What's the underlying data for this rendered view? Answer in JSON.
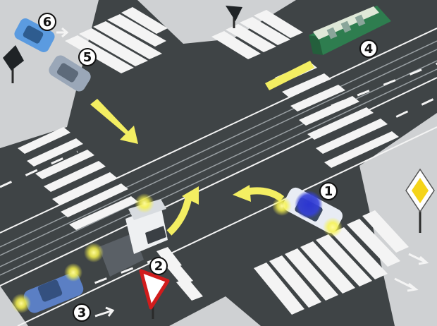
{
  "labels": [
    "1",
    "2",
    "3",
    "4",
    "5",
    "6"
  ],
  "colors": {
    "grass_corner": "#cfd1d3",
    "asphalt": "#3f4446",
    "asphalt_dark": "#34383a",
    "marking": "#f4f4f4",
    "arrow_yellow": "#f3ee62",
    "blue_light": "#3440d8",
    "glow": "#f7f34c",
    "tram_green": "#2e7d4f",
    "car_blue": "#5b9be0",
    "car_grey": "#9aa7b8",
    "truck_white": "#eef0f2"
  },
  "icons": [
    "yield-sign-icon",
    "priority-road-sign-icon",
    "sign-left-icon",
    "sign-top-icon"
  ]
}
